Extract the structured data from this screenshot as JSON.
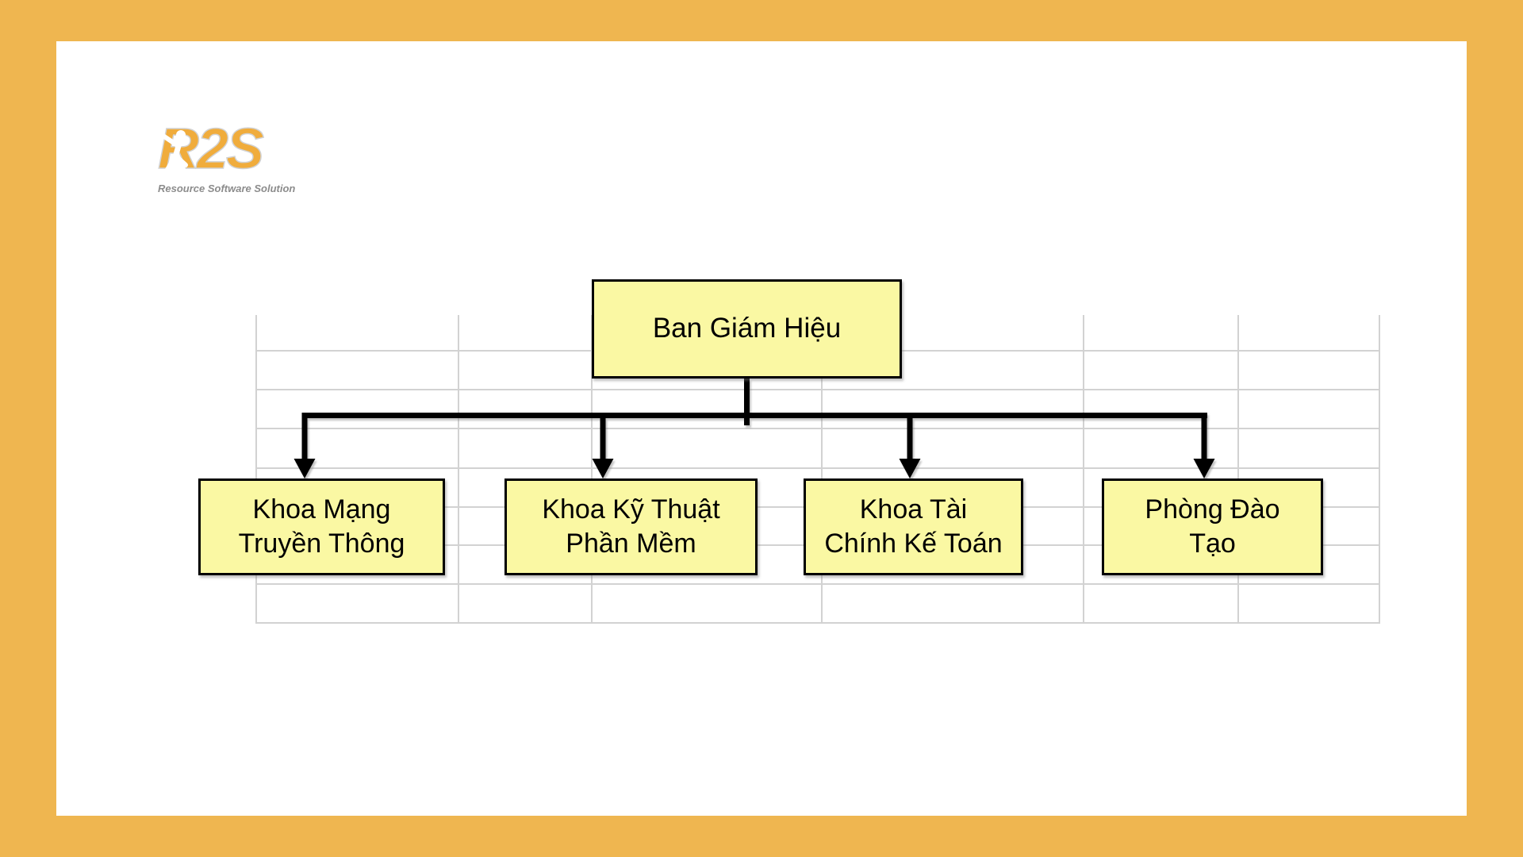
{
  "window": {
    "frame_color": "#EFB650",
    "panel_color": "#FFFFFF"
  },
  "logo": {
    "text": "R2S",
    "tagline": "Resource Software Solution",
    "brand_color": "#F0AC3C",
    "person_icon": "white-leaping-person"
  },
  "org_chart": {
    "style": {
      "box_fill": "#FAF8A3",
      "box_border": "#000000",
      "connector_color": "#000000",
      "grid_color": "#D2D2D2"
    },
    "root": {
      "label": "Ban Giám Hiệu"
    },
    "departments": [
      {
        "label": "Khoa Mạng\nTruyền Thông"
      },
      {
        "label": "Khoa Kỹ Thuật\nPhần Mềm"
      },
      {
        "label": "Khoa Tài\nChính Kế Toán"
      },
      {
        "label": "Phòng Đào\nTạo"
      }
    ]
  }
}
